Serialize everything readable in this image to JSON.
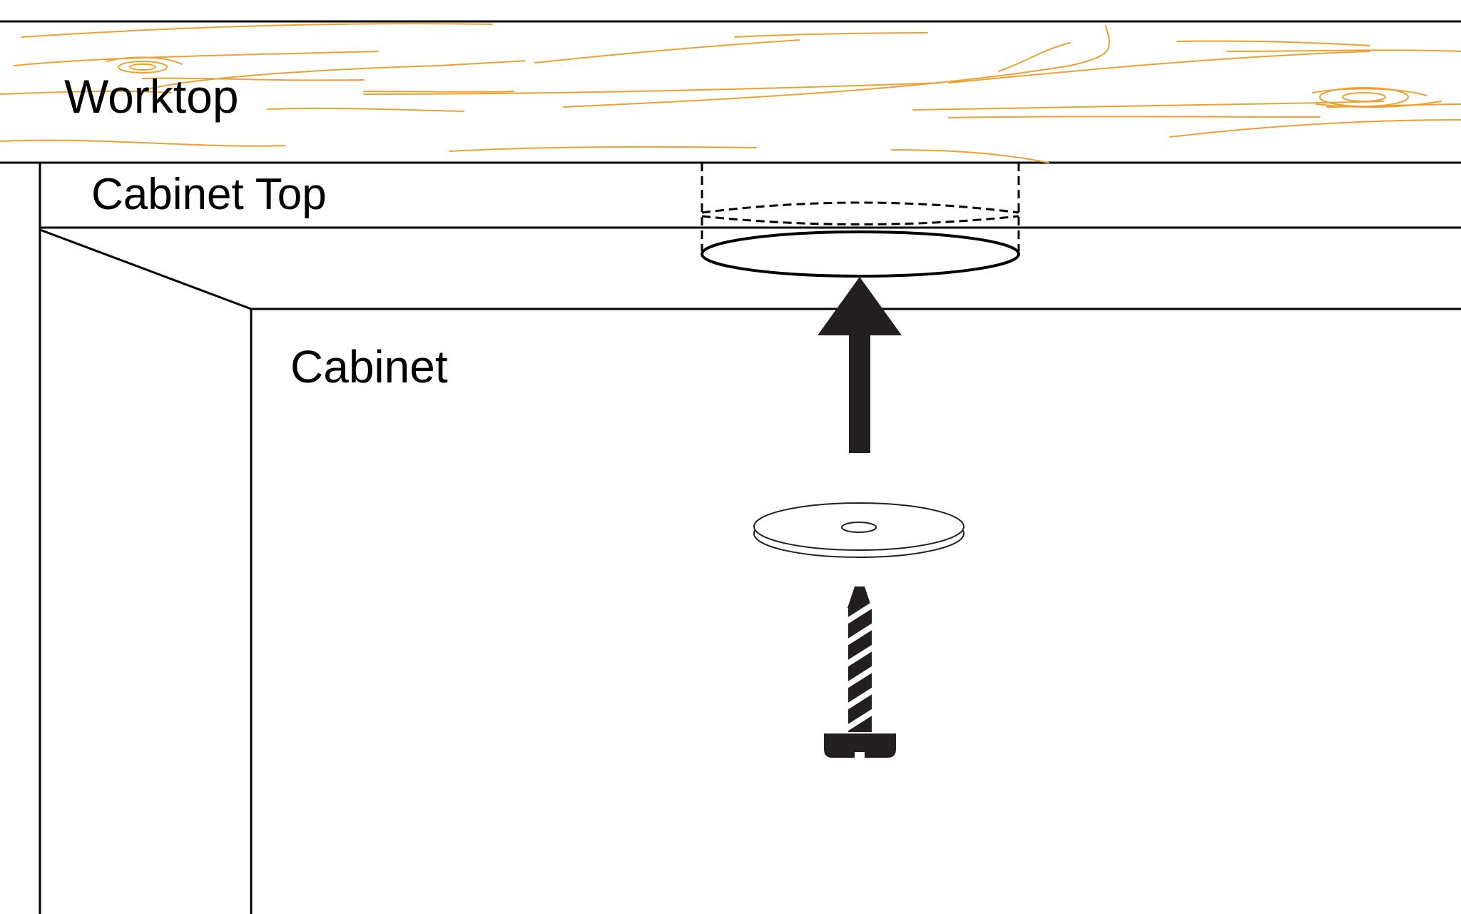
{
  "labels": {
    "worktop": "Worktop",
    "cabinet_top": "Cabinet Top",
    "cabinet": "Cabinet"
  },
  "colors": {
    "wood_grain": "#f0a030",
    "line": "#000000",
    "fastener": "#231f20"
  },
  "icons": {
    "arrow": "up-arrow-icon",
    "washer": "washer-icon",
    "screw": "screw-icon",
    "hole": "drill-hole-icon"
  }
}
